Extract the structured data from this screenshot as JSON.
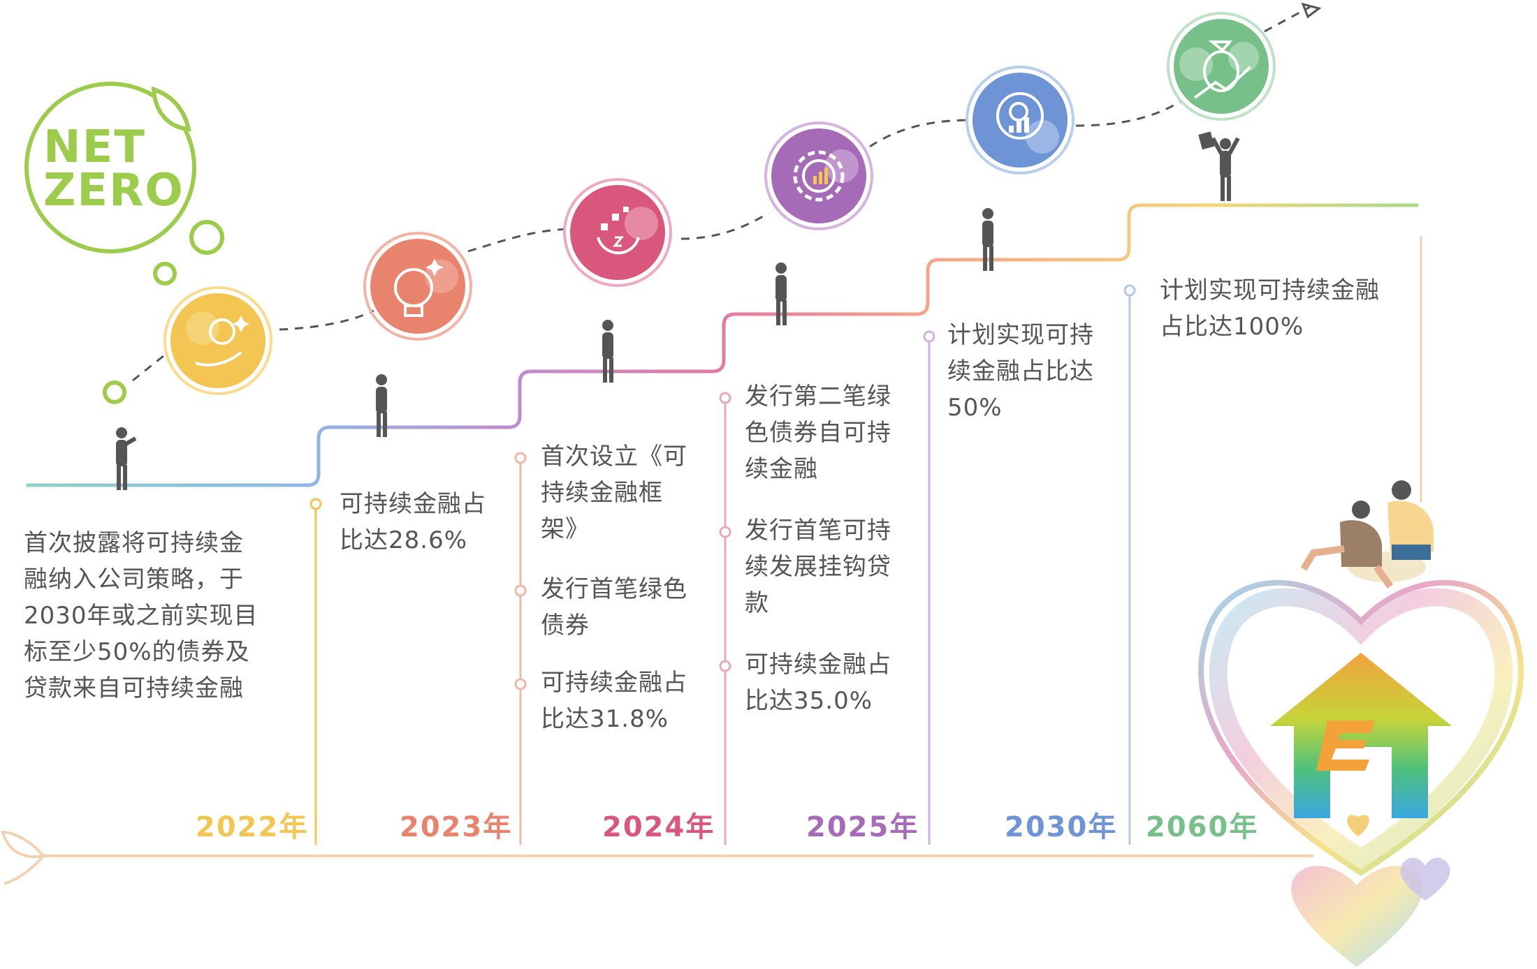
{
  "logo": {
    "line1": "NET",
    "line2": "ZERO",
    "color": "#9dcb4b"
  },
  "colors": {
    "y2022": "#f3c552",
    "y2023": "#e8836e",
    "y2024": "#d9577d",
    "y2025": "#a56bb6",
    "y2030": "#6e94d6",
    "y2060": "#77c08a",
    "baseline": "#f1d3b4",
    "text": "#555555"
  },
  "milestones": [
    {
      "year": "2022年",
      "items": [
        "首次披露将可持续金",
        "融纳入公司策略，于",
        "2030年或之前实现目",
        "标至少50%的债券及",
        "贷款来自可持续金融"
      ]
    },
    {
      "year": "2023年",
      "items": [
        "可持续金融占",
        "比达28.6%"
      ]
    },
    {
      "year": "2024年",
      "items": [
        "首次设立《可",
        "持续金融框",
        "架》",
        "发行首笔绿色",
        "债券",
        "可持续金融占",
        "比达31.8%"
      ]
    },
    {
      "year": "2025年",
      "items": [
        "发行第二笔绿",
        "色债券自可持",
        "续金融",
        "发行首笔可持",
        "续发展挂钩贷",
        "款",
        "可持续金融占",
        "比达35.0%"
      ]
    },
    {
      "year": "2030年",
      "items": [
        "计划实现可持",
        "续金融占比达",
        "50%"
      ]
    },
    {
      "year": "2060年",
      "items": [
        "计划实现可持续金融",
        "占比达100%"
      ]
    }
  ],
  "icons": [
    "hand-lightbulb-icon",
    "lightbulb-idea-icon",
    "digital-finance-icon",
    "gear-finance-icon",
    "coin-growth-icon",
    "money-bag-growth-icon",
    "house-heart-logo-icon"
  ]
}
